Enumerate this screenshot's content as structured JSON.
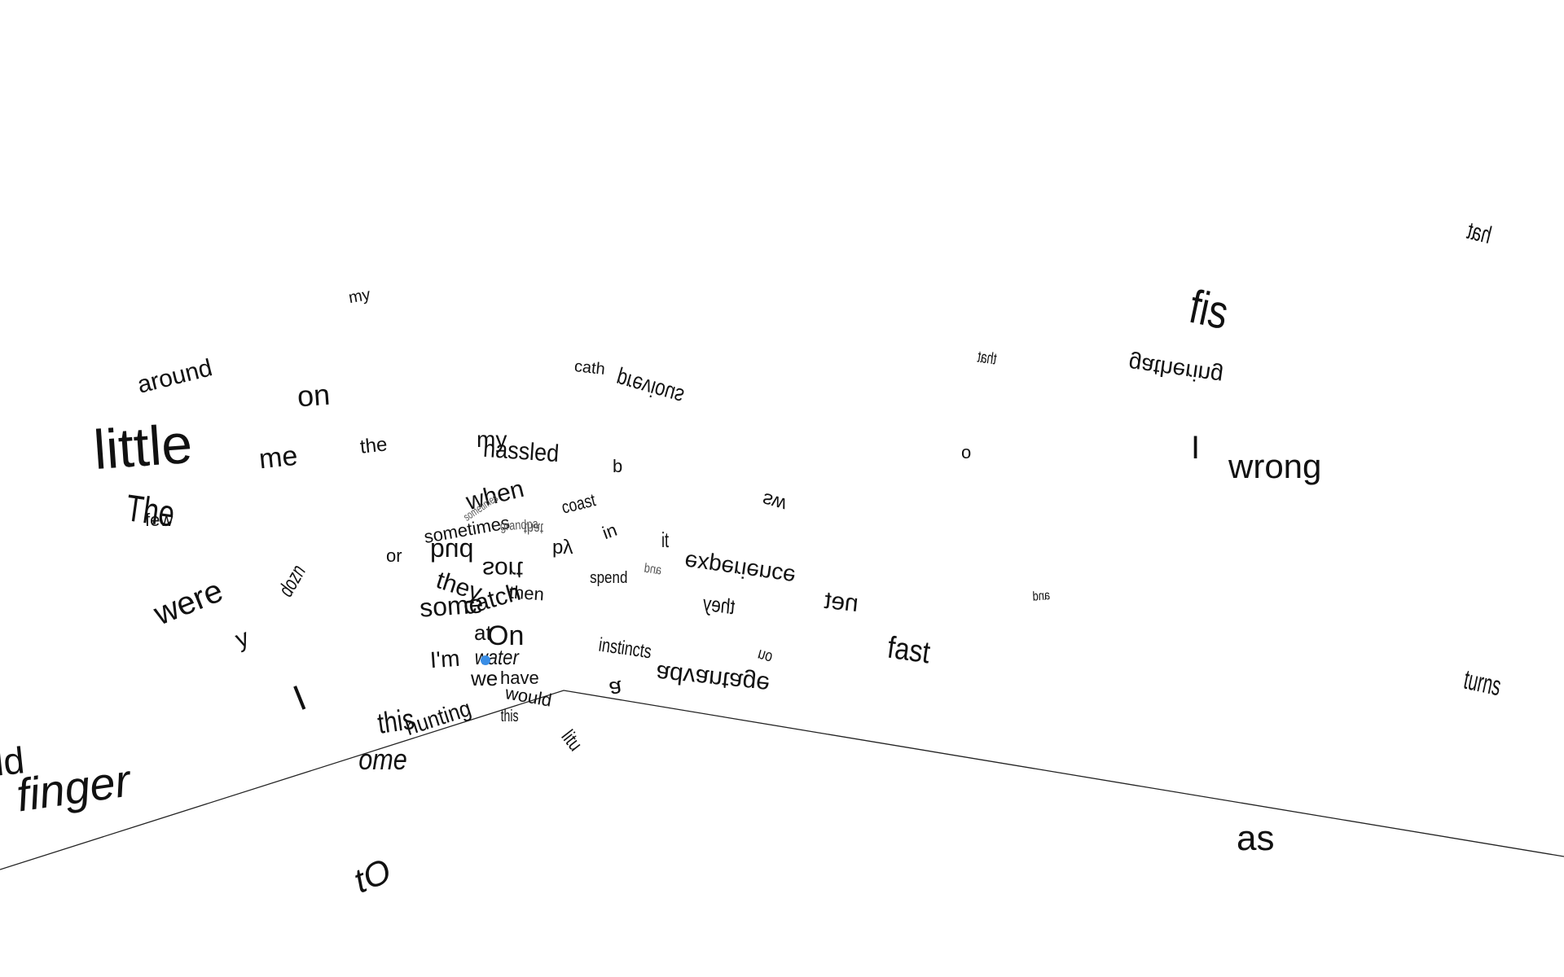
{
  "accent_color": "#3a8ee6",
  "words": {
    "little": "little",
    "finger": "finger",
    "fisles": "fis",
    "wrong": "wrong",
    "around": "around",
    "on": "on",
    "me": "me",
    "were": "were",
    "the_left": "The",
    "few": "few",
    "tO": "tO",
    "as": "as",
    "ome": "ome",
    "this": "this",
    "hunting": "hunting",
    "I_left": "I",
    "gathering": "gathering",
    "I_right": "I",
    "fast": "fast",
    "net": "net",
    "turns": "turns",
    "my_top": "my",
    "the_mid": "the",
    "or": "or",
    "hassled": "hassled",
    "my_mid": "my",
    "when": "when",
    "sometimes": "sometimes",
    "bud": "bud",
    "sort": "sort",
    "they": "they",
    "some": "some",
    "catch": "catch",
    "On": "On",
    "water": "water",
    "im": "I'm",
    "have": "have",
    "would": "would",
    "at": "at",
    "we": "we",
    "previous": "previous",
    "cath": "cath",
    "experience": "experience",
    "spend": "spend",
    "they_mid": "they",
    "advantage": "advantage",
    "instincts": "instincts",
    "a": "a",
    "b": "b",
    "by": "by",
    "coast": "coast",
    "in": "in",
    "that": "that",
    "o": "o",
    "and": "and",
    "hat": "hat",
    "sw": "sw",
    "ld": "ld",
    "y": "y",
    "litu": "litu",
    "no": "no",
    "it": "it",
    "dozn": "dozn",
    "small_cluster_1": "sometimes",
    "small_cluster_2": "grandpa",
    "small_cluster_3": "then"
  }
}
